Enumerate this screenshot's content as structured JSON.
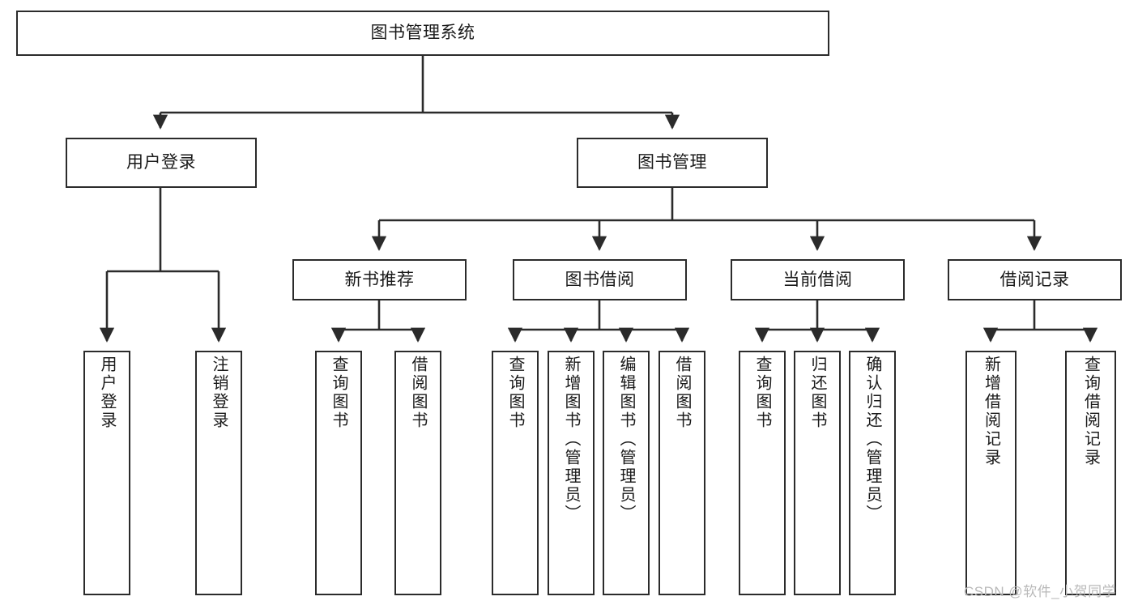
{
  "diagram": {
    "title": "图书管理系统",
    "watermark": "CSDN @软件_小贺同学",
    "line_color": "#2b2b2b",
    "box_fill": "#ffffff",
    "text_color": "#1a1a1a",
    "watermark_color": "#b9b9b9",
    "levels": {
      "root": {
        "label": "图书管理系统"
      },
      "level2": [
        {
          "label": "用户登录"
        },
        {
          "label": "图书管理"
        }
      ],
      "level3": [
        {
          "label": "新书推荐"
        },
        {
          "label": "图书借阅"
        },
        {
          "label": "当前借阅"
        },
        {
          "label": "借阅记录"
        }
      ],
      "leaves": {
        "user_login": [
          {
            "label": "用户登录"
          },
          {
            "label": "注销登录"
          }
        ],
        "new_book_recommend": [
          {
            "label": "查询图书"
          },
          {
            "label": "借阅图书"
          }
        ],
        "book_borrow": [
          {
            "label": "查询图书"
          },
          {
            "label": "新增图书（管理员）"
          },
          {
            "label": "编辑图书（管理员）"
          },
          {
            "label": "借阅图书"
          }
        ],
        "current_borrow": [
          {
            "label": "查询图书"
          },
          {
            "label": "归还图书"
          },
          {
            "label": "确认归还（管理员）"
          }
        ],
        "borrow_record": [
          {
            "label": "新增借阅记录"
          },
          {
            "label": "查询借阅记录"
          }
        ]
      }
    }
  }
}
